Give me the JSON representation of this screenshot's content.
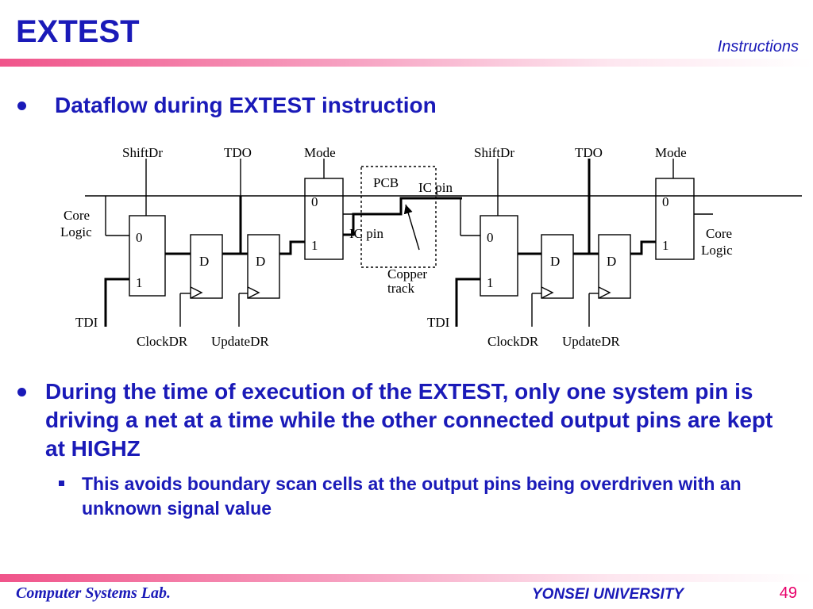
{
  "slide": {
    "title": "EXTEST",
    "section": "Instructions",
    "bullets": [
      "Dataflow during EXTEST instruction",
      "During the time of execution of the EXTEST, only one system pin is driving a net at a time while the other connected output pins are kept at HIGHZ"
    ],
    "sub_bullet": "This avoids boundary scan cells at the output pins being overdriven with an unknown signal value"
  },
  "diagram": {
    "left": {
      "shift_dr": "ShiftDr",
      "tdo": "TDO",
      "mode": "Mode",
      "core_logic_1": "Core",
      "core_logic_2": "Logic",
      "tdi": "TDI",
      "clock_dr": "ClockDR",
      "update_dr": "UpdateDR",
      "mux_in_0": "0",
      "mux_in_1": "1",
      "ff_label": "D",
      "mode_mux_0": "0",
      "mode_mux_1": "1"
    },
    "right": {
      "shift_dr": "ShiftDr",
      "tdo": "TDO",
      "mode": "Mode",
      "core_logic_1": "Core",
      "core_logic_2": "Logic",
      "tdi": "TDI",
      "clock_dr": "ClockDR",
      "update_dr": "UpdateDR",
      "mux_in_0": "0",
      "mux_in_1": "1",
      "ff_label": "D",
      "mode_mux_0": "0",
      "mode_mux_1": "1"
    },
    "pcb": "PCB",
    "ic_pin_right": "IC pin",
    "ic_pin_left": "IC pin",
    "copper_track_1": "Copper",
    "copper_track_2": "track"
  },
  "footer": {
    "lab": "Computer Systems Lab.",
    "university": "YONSEI UNIVERSITY",
    "page": "49"
  }
}
